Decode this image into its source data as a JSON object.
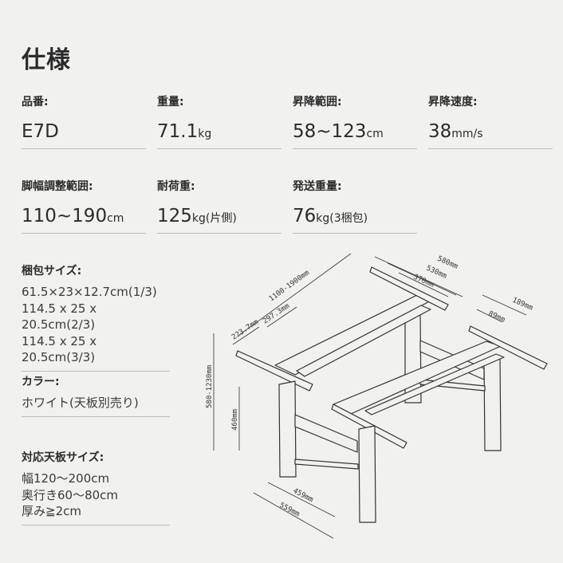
{
  "title": "仕様",
  "specs": [
    {
      "label": "品番:",
      "value": "E7D",
      "unit": ""
    },
    {
      "label": "重量:",
      "value": "71.1",
      "unit": "kg"
    },
    {
      "label": "昇降範囲:",
      "value": "58~123",
      "unit": "cm"
    },
    {
      "label": "昇降速度:",
      "value": "38",
      "unit": "mm/s"
    },
    {
      "label": "脚幅調整範囲:",
      "value": "110~190",
      "unit": "cm"
    },
    {
      "label": "耐荷重:",
      "value": "125",
      "unit": "kg(片側)"
    },
    {
      "label": "発送重量:",
      "value": "76",
      "unit": "kg(3梱包)"
    }
  ],
  "package": {
    "label": "梱包サイズ:",
    "lines": [
      "61.5×23×12.7cm(1/3)",
      "114.5 x 25 x 20.5cm(2/3)",
      "114.5 x 25 x 20.5cm(3/3)"
    ]
  },
  "color": {
    "label": "カラー:",
    "lines": [
      "ホワイト(天板別売り)"
    ]
  },
  "tabletop": {
    "label": "対応天板サイズ:",
    "lines": [
      "幅120〜200cm",
      "奥行き60〜80cm",
      "厚み≧2cm"
    ]
  },
  "diagram": {
    "dims": {
      "width_range": "1100-1900mm",
      "top_580": "580mm",
      "top_530": "530mm",
      "top_370": "370mm",
      "d_189": "189mm",
      "d_89": "89mm",
      "d_2237": "223.7mm",
      "d_2973": "297.3mm",
      "height_range": "580-1230mm",
      "d_460": "460mm",
      "d_459": "459mm",
      "d_559": "559mm"
    }
  }
}
